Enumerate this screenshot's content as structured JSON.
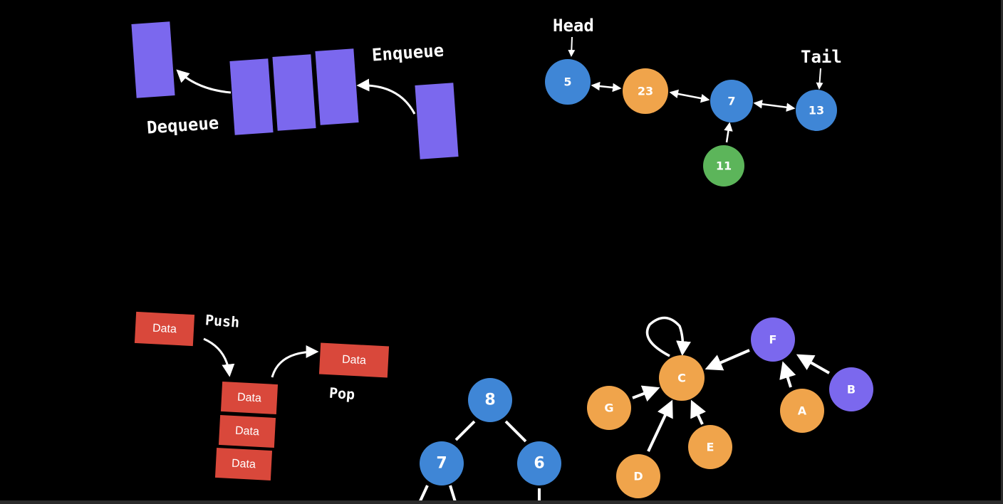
{
  "colors": {
    "background": "#000000",
    "queue_block": "#7b68ee",
    "list_blue": "#3f86d6",
    "list_orange": "#f0a44b",
    "list_green": "#5cb55a",
    "stack_red": "#d9483b",
    "tree_blue": "#3f86d6",
    "graph_orange": "#f0a44b",
    "graph_purple": "#7b68ee",
    "arrow": "#ffffff"
  },
  "queue": {
    "enqueue_label": "Enqueue",
    "dequeue_label": "Dequeue"
  },
  "linked_list": {
    "head_label": "Head",
    "tail_label": "Tail",
    "nodes": [
      "5",
      "23",
      "7",
      "13",
      "11"
    ]
  },
  "stack": {
    "push_label": "Push",
    "pop_label": "Pop",
    "incoming_item": "Data",
    "popped_item": "Data",
    "items": [
      "Data",
      "Data",
      "Data"
    ]
  },
  "tree": {
    "root": "8",
    "left": "7",
    "right": "6"
  },
  "graph": {
    "nodes": [
      "C",
      "F",
      "G",
      "A",
      "B",
      "E",
      "D"
    ]
  }
}
